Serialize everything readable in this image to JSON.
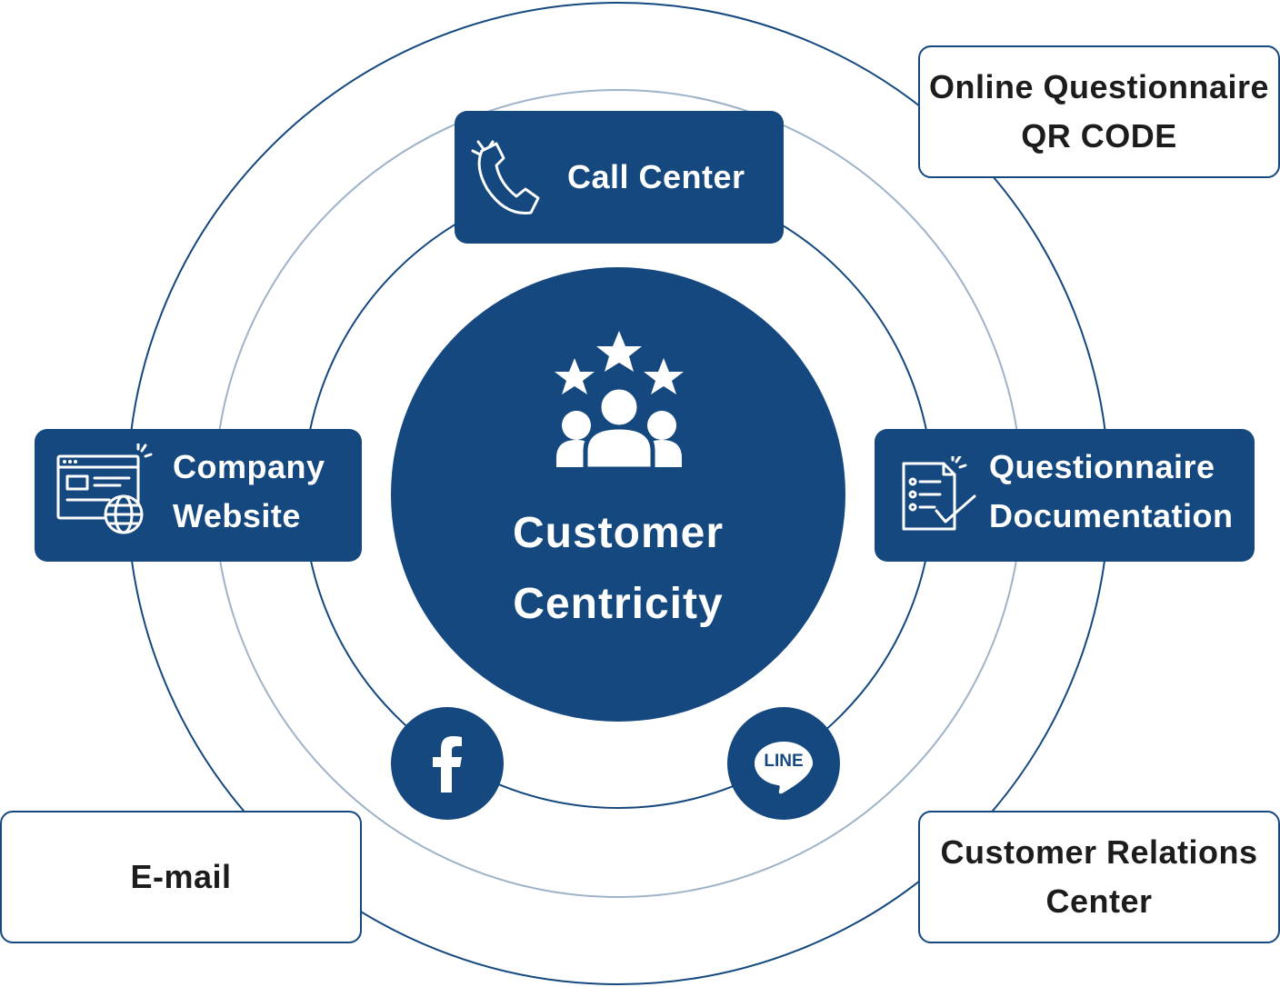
{
  "center": {
    "line1": "Customer",
    "line2": "Centricity",
    "icon": "customer-satisfaction-icon"
  },
  "channels": {
    "call_center": {
      "label": "Call Center",
      "icon": "phone-icon"
    },
    "company_website": {
      "line1": "Company",
      "line2": "Website",
      "icon": "website-globe-icon"
    },
    "questionnaire_documentation": {
      "line1": "Questionnaire",
      "line2": "Documentation",
      "icon": "checklist-document-icon"
    },
    "online_questionnaire": {
      "line1": "Online Questionnaire",
      "line2": "QR CODE"
    },
    "email": {
      "label": "E-mail"
    },
    "customer_relations_center": {
      "line1": "Customer Relations",
      "line2": "Center"
    },
    "facebook": {
      "icon": "facebook-icon"
    },
    "line": {
      "icon": "line-icon",
      "text": "LINE"
    }
  },
  "colors": {
    "primary": "#14487f",
    "ring_light": "#9fb3c8",
    "text_dark": "#1c1c1c",
    "background": "#ffffff"
  }
}
